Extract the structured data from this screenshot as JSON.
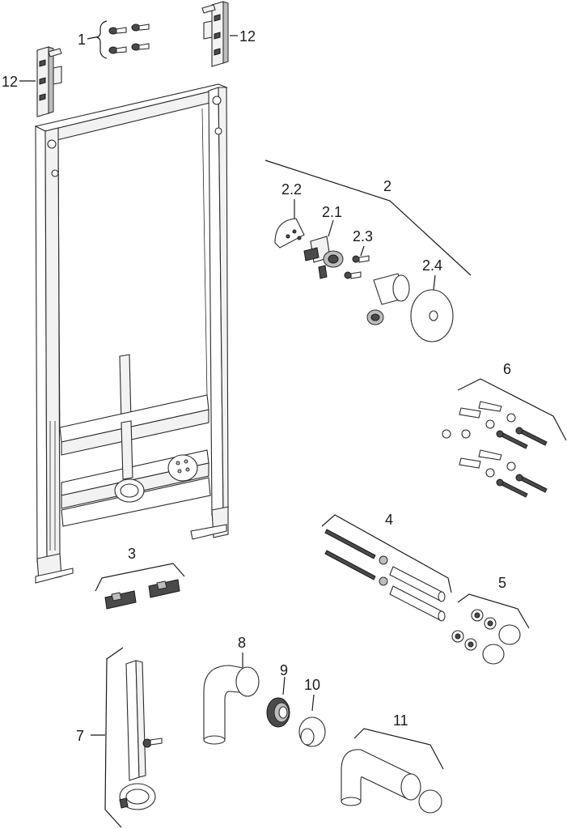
{
  "labels": {
    "l1": "1",
    "l12a": "12",
    "l12b": "12",
    "l2": "2",
    "l22": "2.2",
    "l21": "2.1",
    "l23": "2.3",
    "l24": "2.4",
    "l6": "6",
    "l3": "3",
    "l4": "4",
    "l5": "5",
    "l8": "8",
    "l9": "9",
    "l10": "10",
    "l11": "11",
    "l7": "7"
  }
}
